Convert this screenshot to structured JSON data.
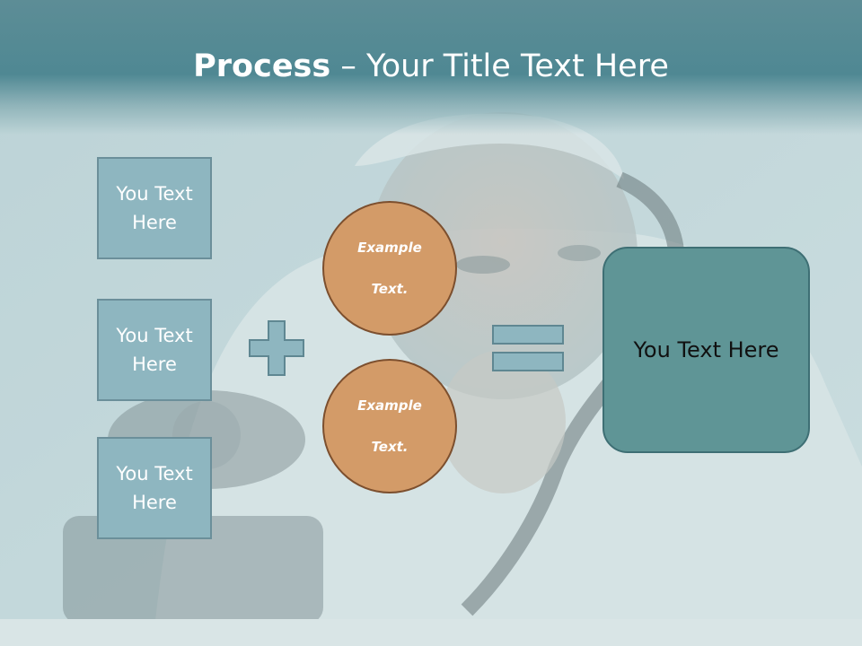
{
  "header": {
    "title_bold": "Process",
    "title_rest": " – Your Title Text Here"
  },
  "left_boxes": [
    {
      "line1": "You Text",
      "line2": "Here"
    },
    {
      "line1": "You Text",
      "line2": "Here"
    },
    {
      "line1": "You Text",
      "line2": "Here"
    }
  ],
  "circles": [
    {
      "line1": "Example",
      "line2": "Text."
    },
    {
      "line1": "Example",
      "line2": "Text."
    }
  ],
  "result_box": {
    "label": "You Text Here"
  },
  "icons": {
    "plus": "plus-icon",
    "equals": "equals-icon"
  },
  "colors": {
    "header": "#4f8893",
    "box_fill": "#8eb6c0",
    "box_border": "#6b8f9a",
    "circle_fill": "#d39b68",
    "circle_border": "#7c4f2e",
    "result_fill": "#5f9596"
  }
}
